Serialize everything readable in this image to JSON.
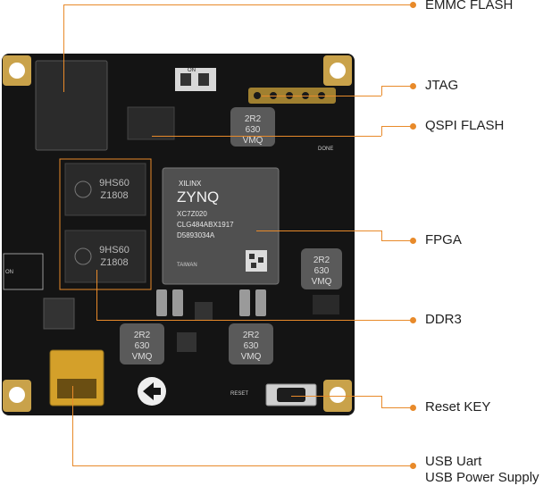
{
  "labels": {
    "emmc": "EMMC FLASH",
    "jtag": "JTAG",
    "qspi": "QSPI FLASH",
    "fpga": "FPGA",
    "ddr3": "DDR3",
    "reset": "Reset KEY",
    "usb_line1": "USB Uart",
    "usb_line2": "USB Power Supply"
  },
  "chip": {
    "brand": "XILINX",
    "logo": "ZYNQ",
    "part": "XC7Z020",
    "package": "CLG484ABX1917",
    "lot": "D5893034A",
    "origin": "TAIWAN"
  },
  "ddr_chips": {
    "line1": "9HS60",
    "line2": "Z1808"
  },
  "inductors": {
    "line1": "2R2",
    "line2": "630",
    "line3": "VMQ"
  },
  "silkscreen": {
    "reset": "RESET",
    "done": "DONE",
    "dip_on": "ON",
    "dip_on2": "ON"
  },
  "colors": {
    "accent": "#e88a2a",
    "board": "#141414",
    "pad": "#c9a24a"
  }
}
